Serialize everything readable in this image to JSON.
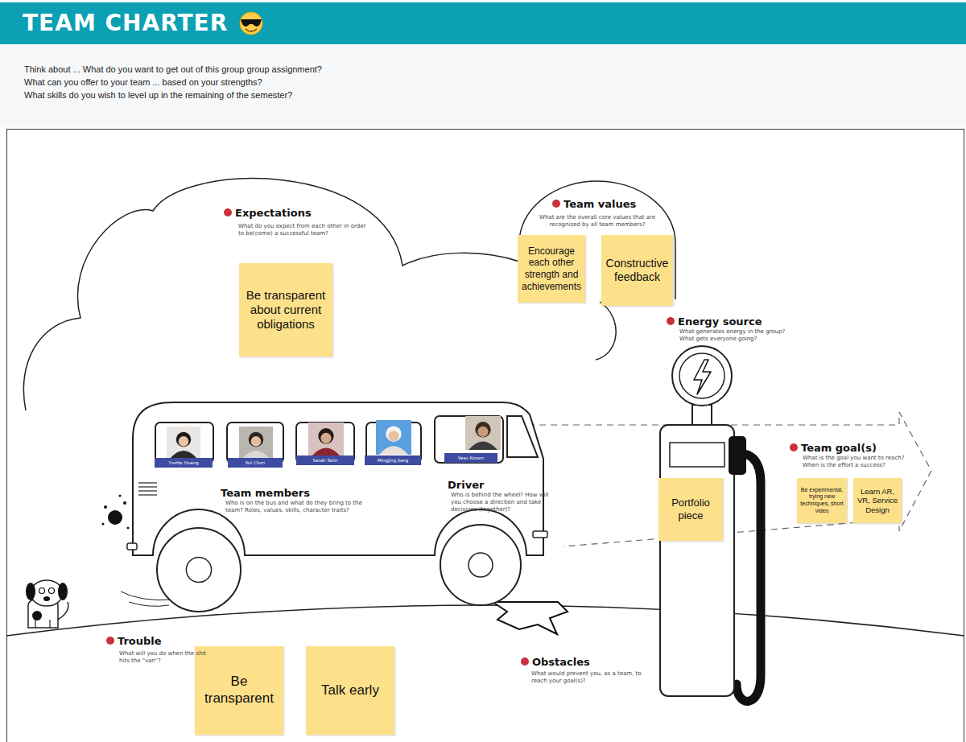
{
  "diagram": {
    "title": "TEAM CHARTER",
    "nodes": [
      {
        "text": [
          "Expectations",
          "What do you expect from each other in order to be(come) a successful team?"
        ]
      },
      {
        "text": [
          "Be transparent about current obligations"
        ],
        "in": 0
      },
      {
        "text": [
          "Team values",
          "What are the overall core values that are recognized by all team members?"
        ]
      },
      {
        "text": [
          "Encourage each other strength and achievements"
        ],
        "in": 2
      },
      {
        "text": [
          "Constructive feedback"
        ],
        "in": 2
      },
      {
        "text": [
          "Energy source",
          "What generates energy in the group? What gets everyone going?"
        ]
      },
      {
        "text": [
          "Portfolio piece"
        ],
        "in": 5
      },
      {
        "text": [
          "Team goal(s)",
          "What is the goal you want to reach? When is the effort a success?"
        ]
      },
      {
        "text": [
          "Be experimental, trying new techniques, short video"
        ],
        "in": 7
      },
      {
        "text": [
          "Learn AR, VR, Service Design"
        ],
        "in": 7
      },
      {
        "text": [
          "Team members",
          "Who is on the bus and what do they bring to the team? Roles, values, skills, character traits?",
          "Driver",
          "Who is behind the wheel? How will you choose a direction and take decisions (together)?"
        ]
      },
      {
        "text": [
          "Yvette Huang"
        ],
        "in": 10
      },
      {
        "text": [
          "Kei Chen"
        ],
        "in": 10
      },
      {
        "text": [
          "Sarah Tahir"
        ],
        "in": 10
      },
      {
        "text": [
          "Mingjing Jiang"
        ],
        "in": 10
      },
      {
        "text": [
          "Vasu Kuram"
        ],
        "in": 10
      },
      {
        "text": [
          "Be transparent"
        ]
      },
      {
        "text": [
          "Talk early"
        ]
      }
    ],
    "labels": [
      "Think about ... What do you want to get out of this group group assignment?",
      "What can you offer to your team ... based on your strengths?",
      "What skills do you wish to level up in the remaining of the semester?",
      "Trouble",
      "What will you do when the shit hits the \"van\"?",
      "Obstacles",
      "What would prevent you, as a team, to reach your goal(s)?"
    ]
  }
}
